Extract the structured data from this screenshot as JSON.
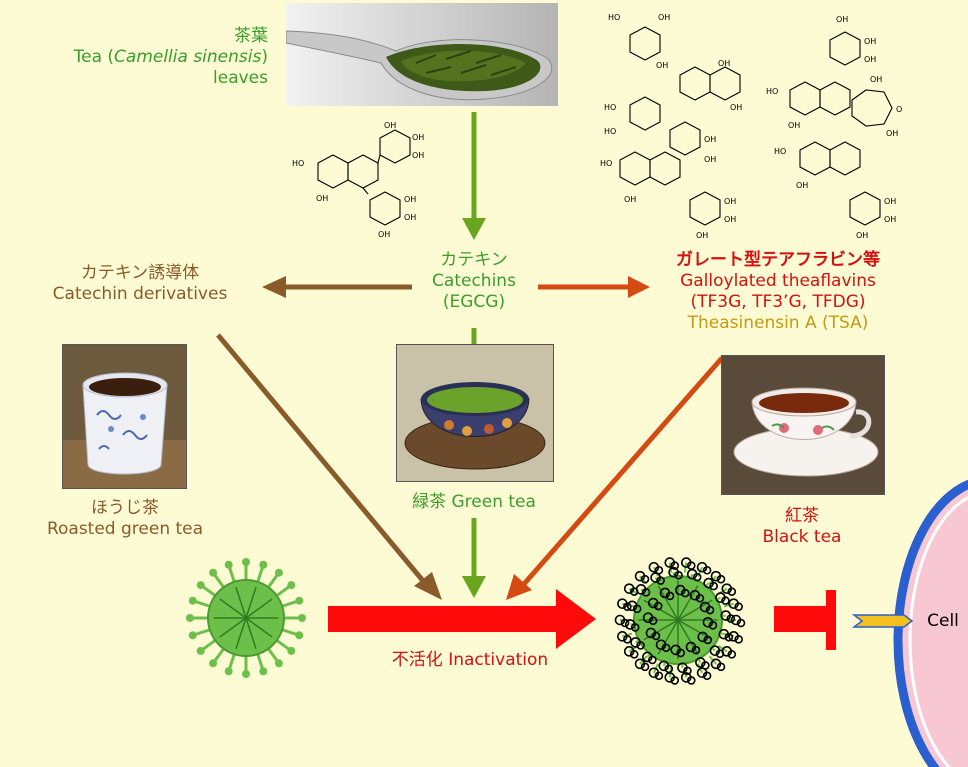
{
  "leaves": {
    "jp": "茶葉",
    "en_prefix": "Tea (",
    "en_species": "Camellia sinensis",
    "en_suffix": ")",
    "en_line2": "leaves"
  },
  "catechins": {
    "jp": "カテキン",
    "en": "Catechins",
    "abbr": "(EGCG)"
  },
  "derivatives": {
    "jp": "カテキン誘導体",
    "en": "Catechin derivatives"
  },
  "theaflavins": {
    "jp": "ガレート型テアフラビン等",
    "en": "Galloylated theaflavins",
    "abbr": "(TF3G, TF3’G, TFDG)",
    "tsa": "Theasinensin A (TSA)"
  },
  "roasted_tea": {
    "jp": "ほうじ茶",
    "en": "Roasted green tea"
  },
  "green_tea": {
    "label": "緑茶 Green tea"
  },
  "black_tea": {
    "jp": "紅茶",
    "en": "Black tea"
  },
  "inactivation": {
    "label": "不活化 Inactivation"
  },
  "cell": {
    "label": "Cell"
  },
  "colors": {
    "background": "#fdfbd4",
    "green": "#3a9e2a",
    "arrow_green": "#6aa51e",
    "brown": "#8b5a2b",
    "red": "#d41010",
    "gold": "#c49a12",
    "virus_green": "#6cc04a",
    "cell_fill": "#f7c8d4",
    "cell_border": "#2a5fd0"
  },
  "icons": [
    "tea-leaves-photo",
    "egcg-structure",
    "tfdg-structure",
    "tsa-structure",
    "roasted-tea-cup-photo",
    "green-tea-cup-photo",
    "black-tea-cup-photo",
    "virus-icon",
    "inactivated-virus-icon",
    "block-symbol",
    "cell-receptor",
    "cell"
  ]
}
